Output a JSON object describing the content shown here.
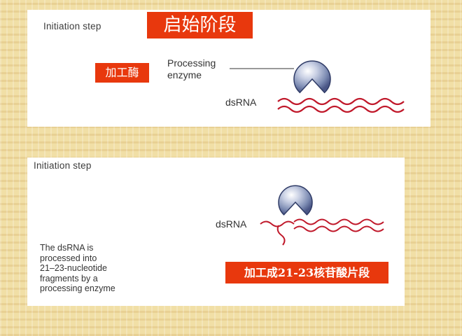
{
  "panel1": {
    "step_label": "Initiation step",
    "title_cn": "启始阶段",
    "enzyme_label_cn": "加工酶",
    "enzyme_label_line1": "Processing",
    "enzyme_label_line2": "enzyme",
    "dsrna_label": "dsRNA"
  },
  "panel2": {
    "step_label": "Initiation step",
    "dsrna_label": "dsRNA",
    "description_lines": [
      "The dsRNA is",
      "processed into",
      "21–23-nucleotide",
      "fragments by a",
      "processing enzyme"
    ],
    "fragments_label_cn": "加工成21-23核苷酸片段"
  },
  "colors": {
    "background": "#f1dfa6",
    "accent_red": "#e8380d",
    "rna_red": "#c0182a",
    "enzyme_blue": "#7d8cb3"
  }
}
